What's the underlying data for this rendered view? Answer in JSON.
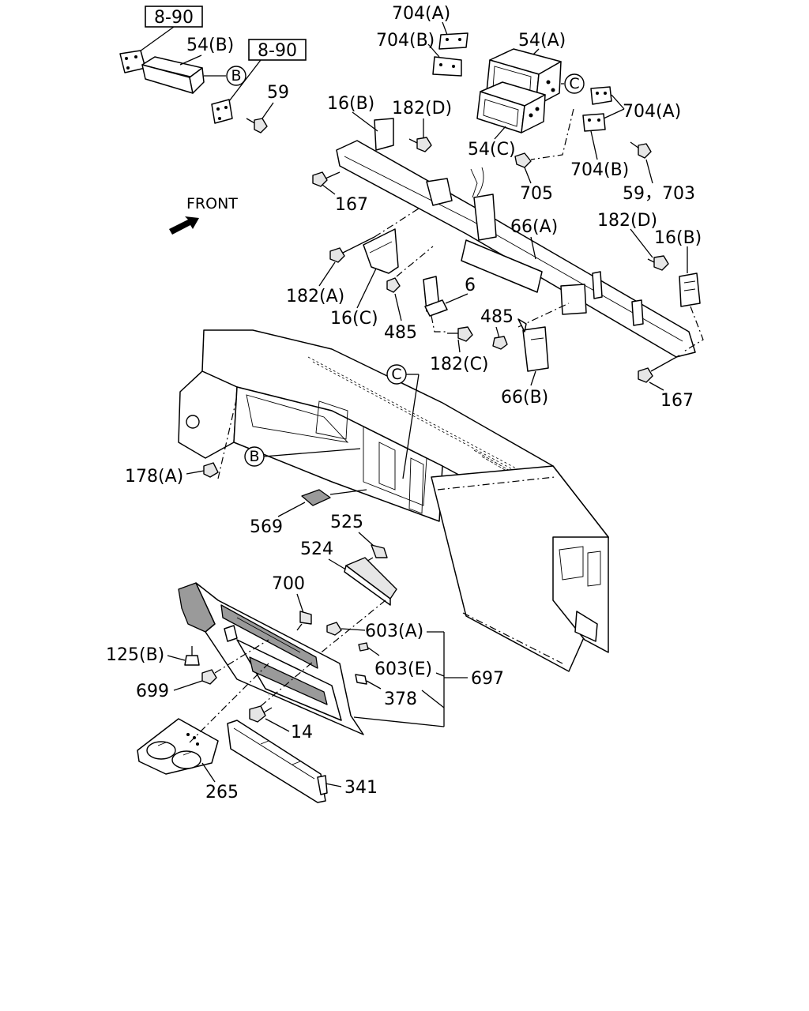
{
  "references": {
    "ref_box_1": "8-90",
    "ref_box_2": "8-90",
    "front_label": "FRONT",
    "circle_b": "B",
    "circle_c": "C"
  },
  "callouts": {
    "p704a_top": "704(A)",
    "p704b_top": "704(B)",
    "p54b": "54(B)",
    "p54a": "54(A)",
    "p59": "59",
    "p16b_left": "16(B)",
    "p182d_top": "182(D)",
    "p704a_right": "704(A)",
    "p54c": "54(C)",
    "p704b_right": "704(B)",
    "p705": "705",
    "p59_703": "59，703",
    "p167_left": "167",
    "p66a": "66(A)",
    "p182d_right": "182(D)",
    "p16b_right": "16(B)",
    "p182a": "182(A)",
    "p6": "6",
    "p16c": "16(C)",
    "p485_left": "485",
    "p485_right": "485",
    "p182c": "182(C)",
    "p66b": "66(B)",
    "p167_right": "167",
    "p178a": "178(A)",
    "p569": "569",
    "p525": "525",
    "p524": "524",
    "p700": "700",
    "p603a": "603(A)",
    "p125b": "125(B)",
    "p603e": "603(E)",
    "p697": "697",
    "p699": "699",
    "p378": "378",
    "p14": "14",
    "p265": "265",
    "p341": "341"
  }
}
